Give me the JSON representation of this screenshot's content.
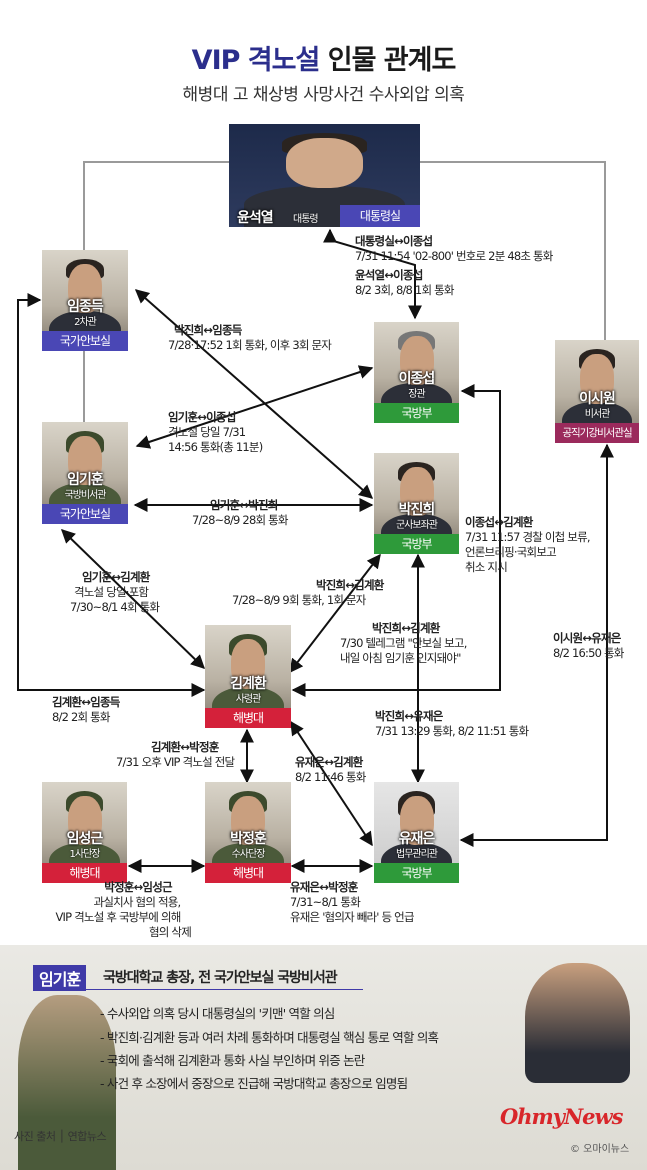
{
  "header": {
    "title_vip": "VIP 격노설",
    "title_rest": " 인물 관계도",
    "subtitle": "해병대 고 채상병 사망사건 수사외압 의혹"
  },
  "nodes": {
    "yoon": {
      "name": "윤석열",
      "role": "대통령",
      "org": "대통령실"
    },
    "lim_jongdeuk": {
      "name": "임종득",
      "role": "2차관",
      "org": "국가안보실"
    },
    "lee_jongseop": {
      "name": "이종섭",
      "role": "장관",
      "org": "국방부"
    },
    "lee_siwon": {
      "name": "이시원",
      "role": "비서관",
      "org": "공직기강비서관실"
    },
    "lim_gihun": {
      "name": "임기훈",
      "role": "국방비서관",
      "org": "국가안보실"
    },
    "park_jinhee": {
      "name": "박진희",
      "role": "군사보좌관",
      "org": "국방부"
    },
    "kim_gyehwan": {
      "name": "김계환",
      "role": "사령관",
      "org": "해병대"
    },
    "lim_seonggeun": {
      "name": "임성근",
      "role": "1사단장",
      "org": "해병대"
    },
    "park_jeonghun": {
      "name": "박정훈",
      "role": "수사단장",
      "org": "해병대"
    },
    "yoo_jaeeun": {
      "name": "유재은",
      "role": "법무관리관",
      "org": "국방부"
    }
  },
  "edges": {
    "e1": {
      "pair": "대통령실↔이종섭",
      "text": "7/31 11:54 '02-800' 번호로 2분 48초 통화"
    },
    "e2": {
      "pair": "윤석열↔이종섭",
      "text": "8/2 3회, 8/8 1회 통화"
    },
    "e3": {
      "pair": "박진희↔임종득",
      "text": "7/28·17:52 1회 통화, 이후 3회 문자"
    },
    "e4": {
      "pair": "임기훈↔이종섭",
      "text1": "격노설 당일 7/31",
      "text2": "14:56 통화(총 11분)"
    },
    "e5": {
      "pair": "임기훈↔박진희",
      "text": "7/28~8/9 28회 통화"
    },
    "e6": {
      "pair": "이종섭↔김계환",
      "text1": "7/31 11:57 경찰 이첩 보류,",
      "text2": "언론브리핑·국회보고",
      "text3": "취소 지시"
    },
    "e7": {
      "pair": "임기훈↔김계환",
      "text1": "격노설 당일·포함",
      "text2": "7/30~8/1 4회 통화"
    },
    "e8": {
      "pair": "박진희↔김계환",
      "text": "7/28~8/9 9회 통화, 1회 문자"
    },
    "e9": {
      "pair": "박진희↔김계환",
      "text1": "7/30 텔레그램 \"안보실 보고,",
      "text2": "내일 아침 임기훈 인지돼야\""
    },
    "e10": {
      "pair": "이시원↔유재은",
      "text": "8/2 16:50 통화"
    },
    "e11": {
      "pair": "김계환↔임종득",
      "text": "8/2 2회 통화"
    },
    "e12": {
      "pair": "박진희↔유재은",
      "text": "7/31 13:29 통화, 8/2 11:51 통화"
    },
    "e13": {
      "pair": "김계환↔박정훈",
      "text": "7/31 오후 VIP 격노설 전달"
    },
    "e14": {
      "pair": "유재은↔김계환",
      "text": "8/2 11:46 통화"
    },
    "e15": {
      "pair": "박정훈↔임성근",
      "text1": "과실치사 혐의 적용,",
      "text2": "VIP 격노설 후 국방부에 의해",
      "text3": "혐의 삭제"
    },
    "e16": {
      "pair": "유재은↔박정훈",
      "text1": "7/31~8/1 통화",
      "text2": "유재은 '혐의자 빼라' 등 언급"
    }
  },
  "profile": {
    "name": "임기훈",
    "title": "국방대학교 총장, 전 국가안보실 국방비서관",
    "bullets": [
      "수사외압 의혹 당시 대통령실의 '키맨' 역할 의심",
      "박진희·김계환 등과 여러 차례 통화하며 대통령실 핵심 통로 역할 의혹",
      "국회에 출석해 김계환과 통화 사실 부인하며 위증 논란",
      "사건 후 소장에서 중장으로 진급해 국방대학교 총장으로 임명됨"
    ]
  },
  "footer": {
    "credit": "사진 출처 │ 연합뉴스",
    "logo": "OhmyNews",
    "copyright": "© 오마이뉴스"
  },
  "colors": {
    "title_blue": "#2b2e8c",
    "band_blue": "#4a47b5",
    "band_green": "#2e9a3a",
    "band_red": "#d4213a",
    "band_magenta": "#9b2a5c"
  }
}
